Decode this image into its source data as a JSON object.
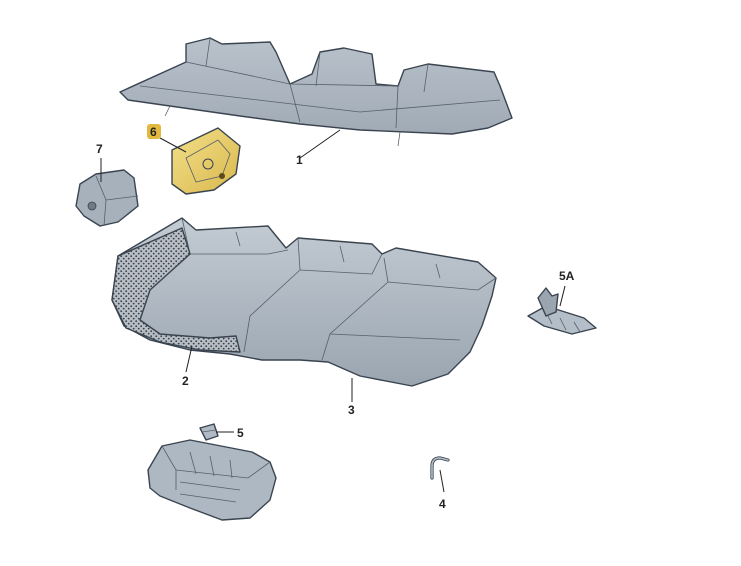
{
  "diagram": {
    "callouts": {
      "part_1": "1",
      "part_2": "2",
      "part_3": "3",
      "part_4": "4",
      "part_5": "5",
      "part_5a": "5A",
      "part_6": "6",
      "part_7": "7"
    },
    "colors": {
      "background": "#ffffff",
      "part_fill": "#a9b3bd",
      "part_fill_light": "#c5cdd5",
      "part_fill_dark": "#8b96a1",
      "outline": "#3a4450",
      "highlight_part": "#e9cd66",
      "highlight_badge": "#e3b83f",
      "foam_dots": "#3a3f46"
    },
    "highlighted_part": "6"
  }
}
